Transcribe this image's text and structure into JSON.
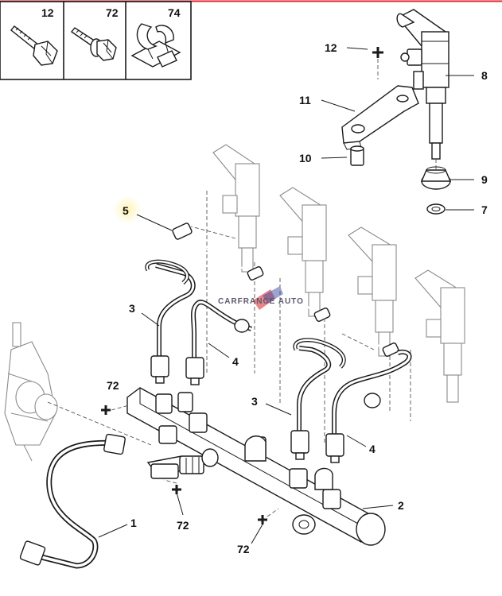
{
  "diagram": {
    "accent_color": "#e0262b",
    "highlight_color": "#fff3b0",
    "watermark": "CARFRANCE AUTO",
    "inset_parts": [
      {
        "label": "12",
        "icon": "screw-icon"
      },
      {
        "label": "72",
        "icon": "screw-washer-icon"
      },
      {
        "label": "74",
        "icon": "clip-icon"
      }
    ],
    "callouts": {
      "c12_top": "12",
      "c8": "8",
      "c11": "11",
      "c10": "10",
      "c9": "9",
      "c7": "7",
      "c5": "5",
      "c3_left": "3",
      "c4_left": "4",
      "c72_left": "72",
      "c3_right": "3",
      "c4_right": "4",
      "c1": "1",
      "c72_mid": "72",
      "c2": "2",
      "c72_bottom": "72"
    }
  }
}
